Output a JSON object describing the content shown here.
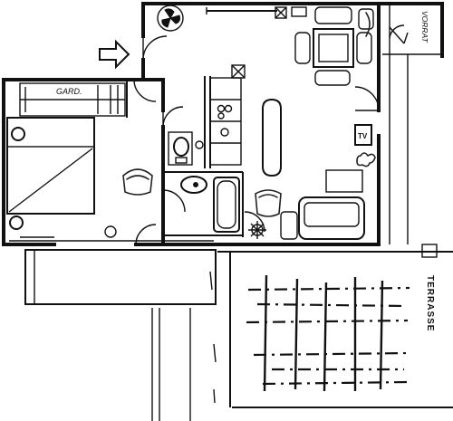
{
  "labels": {
    "wardrobe": "GARD.",
    "storage": "VORRAT",
    "tv": "TV",
    "terrace": "TERRASSE"
  },
  "colors": {
    "ink": "#111111",
    "paper": "#ffffff"
  },
  "icons": [
    "fan-icon",
    "entrance-arrow-icon",
    "plant-icon",
    "lamp-icon",
    "toilet-icon",
    "sink-icon",
    "stove-icon"
  ]
}
